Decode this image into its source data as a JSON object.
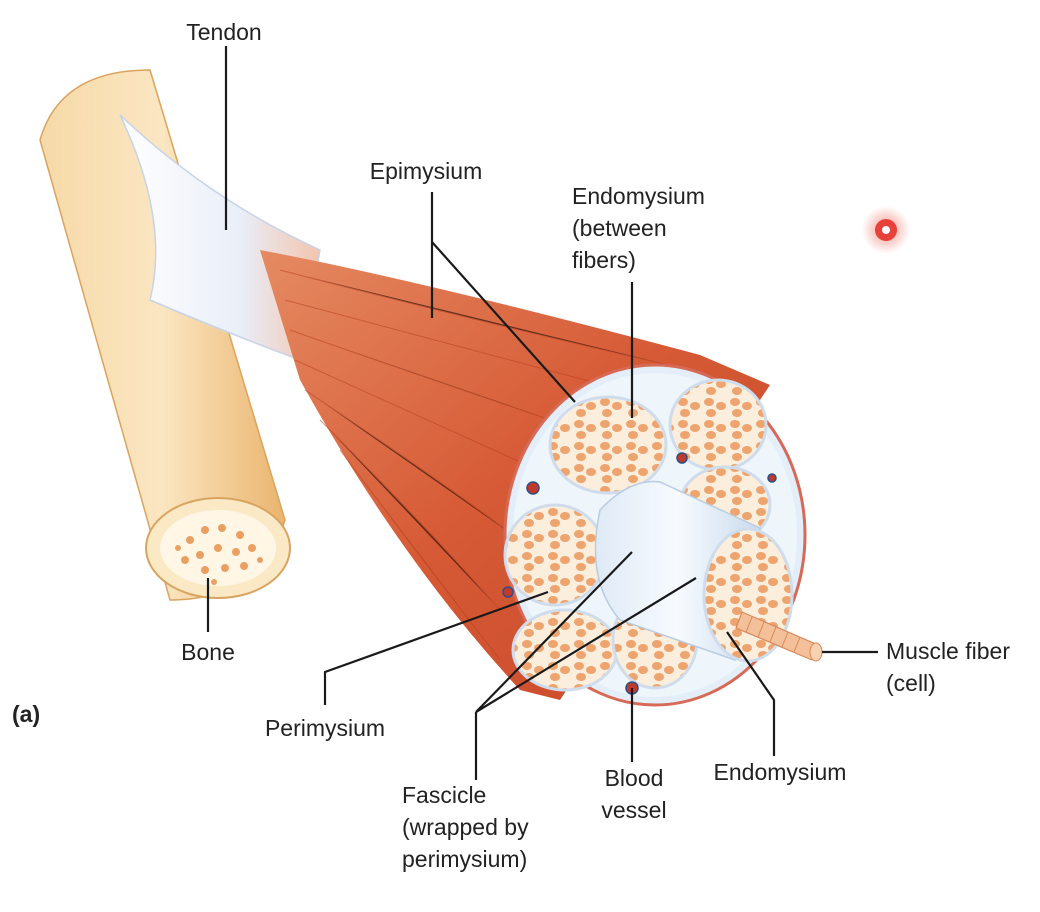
{
  "figure": {
    "panel_label": "(a)",
    "colors": {
      "bone": "#f2c88e",
      "muscle": "#d9603a",
      "connective": "#e8f0f8",
      "fiber_dots": "#f0b07a",
      "blood_vessel": "#c0392b",
      "cursor_marker": "#e8413a"
    }
  },
  "labels": {
    "tendon": "Tendon",
    "epimysium": "Epimysium",
    "endomysium_top": [
      "Endomysium",
      "(between",
      "fibers)"
    ],
    "bone": "Bone",
    "perimysium": "Perimysium",
    "fascicle": [
      "Fascicle",
      "(wrapped by",
      "perimysium)"
    ],
    "blood_vessel": [
      "Blood",
      "vessel"
    ],
    "endomysium_bottom": "Endomysium",
    "muscle_fiber": [
      "Muscle fiber",
      "(cell)"
    ]
  },
  "cursor": {
    "icon": "record-dot-icon"
  }
}
